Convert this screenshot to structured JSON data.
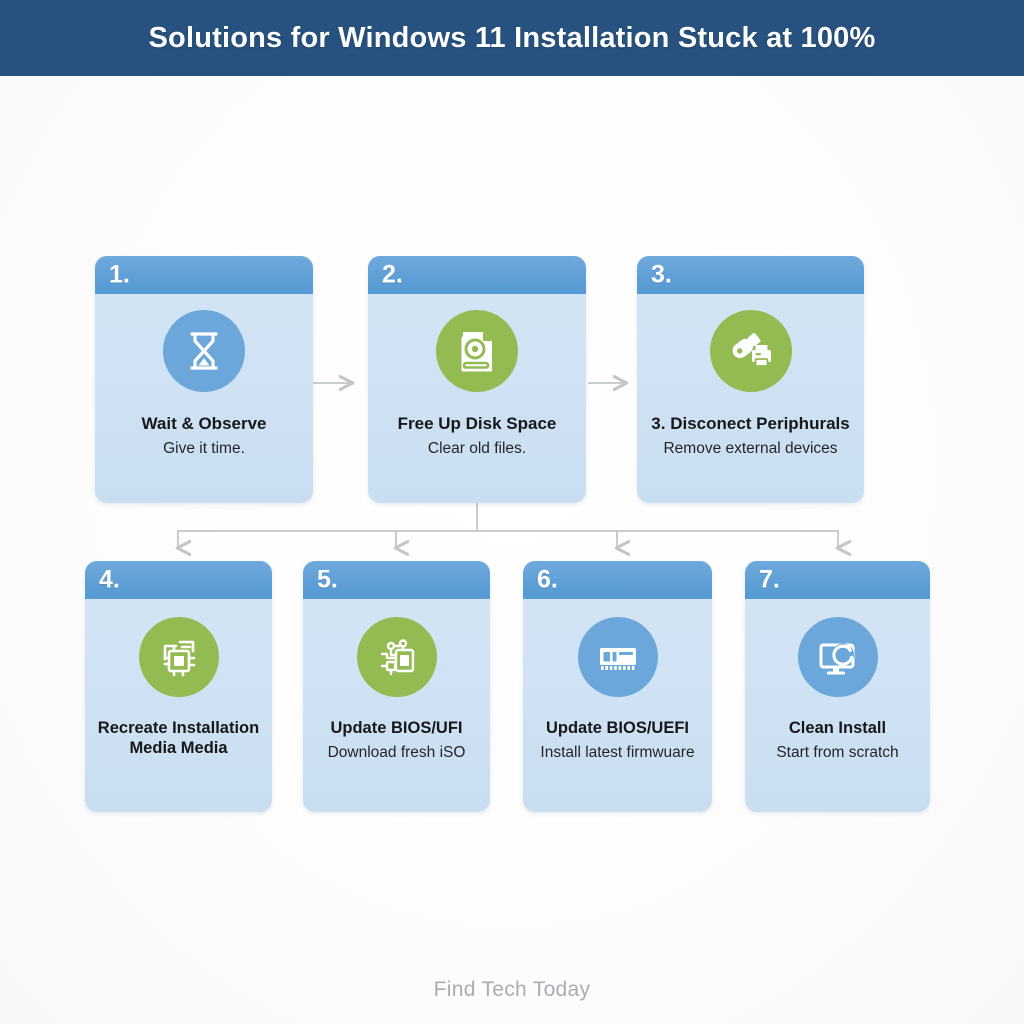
{
  "header": {
    "title": "Solutions for Windows 11 Installation Stuck at 100%",
    "bar_color": "#27527F",
    "text_color": "#FFFFFF"
  },
  "palette": {
    "card_header_blue": "#5E9ED6",
    "card_body_blue": "#CFE2F3",
    "icon_blue": "#6BA7DA",
    "icon_green": "#93BB52",
    "background": "#FCFCFD",
    "connector_gray": "#C2C6CA",
    "footer_gray": "#A7ADB3"
  },
  "cards": [
    {
      "number": "1.",
      "title": "Wait & Observe",
      "subtitle": "Give it time.",
      "icon": "hourglass-icon",
      "icon_color": "#6BA7DA",
      "row": "top"
    },
    {
      "number": "2.",
      "title": "Free Up Disk Space",
      "subtitle": "Clear old files.",
      "icon": "disk-document-icon",
      "icon_color": "#93BB52",
      "row": "top"
    },
    {
      "number": "3.",
      "title": "3. Disconect Periphurals",
      "subtitle": "Remove external devices",
      "icon": "usb-printer-icon",
      "icon_color": "#93BB52",
      "row": "top"
    },
    {
      "number": "4.",
      "title": "Recreate Installation Media Media",
      "subtitle": "",
      "icon": "chip-circuit-icon",
      "icon_color": "#93BB52",
      "row": "bottom"
    },
    {
      "number": "5.",
      "title": "Update BIOS/UFI",
      "subtitle": "Download fresh iSO",
      "icon": "circuit-board-icon",
      "icon_color": "#93BB52",
      "row": "bottom"
    },
    {
      "number": "6.",
      "title": "Update BIOS/UEFI",
      "subtitle": "Install latest firmwuare",
      "icon": "memory-module-icon",
      "icon_color": "#6BA7DA",
      "row": "bottom"
    },
    {
      "number": "7.",
      "title": "Clean Install",
      "subtitle": "Start from scratch",
      "icon": "monitor-refresh-icon",
      "icon_color": "#6BA7DA",
      "row": "bottom"
    }
  ],
  "connectors": {
    "arrow_1_to_2": "right-arrow",
    "arrow_2_to_3": "right-arrow",
    "branch": "tree-branch-down"
  },
  "footer": {
    "text": "Find Tech Today"
  }
}
